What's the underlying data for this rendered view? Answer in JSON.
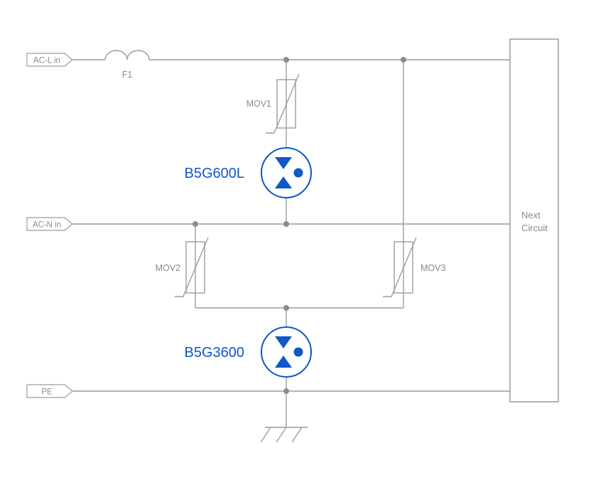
{
  "colors": {
    "accent": "#1057c8",
    "line": "#9c9c9c",
    "dot": "#8c8c8c",
    "muted": "#8a8a8a",
    "bg": "#ffffff"
  },
  "terminals": {
    "ac_l": "AC-L in",
    "ac_n": "AC-N in",
    "pe": "PE"
  },
  "components": {
    "fuse": "F1",
    "mov1": "MOV1",
    "mov2": "MOV2",
    "mov3": "MOV3",
    "gdt1": "B5G600L",
    "gdt2": "B5G3600"
  },
  "next_circuit": {
    "line1": "Next",
    "line2": "Circuit"
  },
  "icons": {
    "gdt_symbol": [
      "down-triangle",
      "up-triangle",
      "electrode-dot"
    ],
    "ground": "earth-ground",
    "fuse": "double-arc-fuse"
  }
}
